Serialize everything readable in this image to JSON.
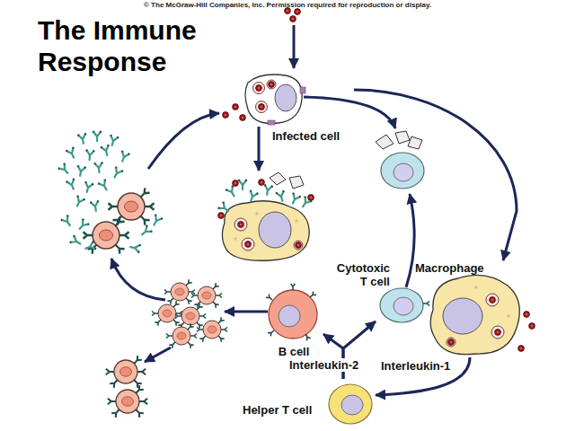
{
  "diagram": {
    "title": "The Immune Response",
    "nodes": [
      {
        "text": [
          "Infected cell"
        ]
      },
      {
        "text": [
          "Cytotoxic T cell"
        ]
      },
      {
        "text": [
          "Macrophage"
        ]
      },
      {
        "text": [
          "B cell"
        ]
      },
      {
        "text": [
          "Helper T cell"
        ]
      }
    ],
    "edges": [
      {
        "from": 0,
        "to": 2,
        "arrow": "to"
      },
      {
        "from": 2,
        "to": 4,
        "arrow": "to",
        "label": "Interleukin-1"
      },
      {
        "from": 4,
        "to": 3,
        "arrow": "to",
        "label": "Interleukin-2"
      },
      {
        "from": 4,
        "to": 1,
        "arrow": "to"
      }
    ],
    "labels": [
      "© The McGraw-Hill Companies, Inc. Permission required for reproduction or display."
    ]
  }
}
